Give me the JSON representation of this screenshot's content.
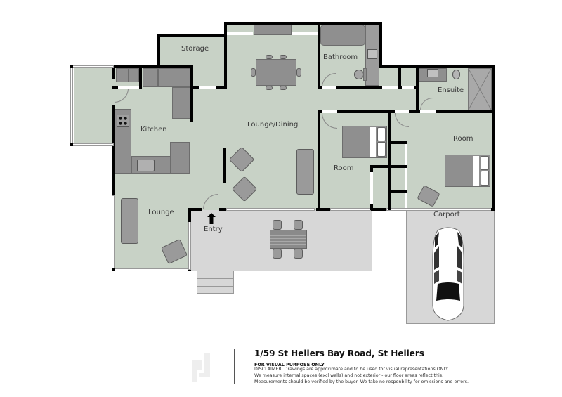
{
  "rooms": {
    "storage": "Storage",
    "bathroom": "Bathroom",
    "kitchen": "Kitchen",
    "lounge_dining": "Lounge/Dining",
    "ensuite": "Ensuite",
    "room1": "Room",
    "room2": "Room",
    "lounge": "Lounge",
    "entry": "Entry",
    "carport": "Carport"
  },
  "footer": {
    "address": "1/59 St Heliers Bay Road, St Heliers",
    "visual_notice": "FOR VISUAL PURPOSE ONLY",
    "disclaimer_lines": [
      "DISCLAIMER:  Drawings are approximate and to be used for visual representations ONLY.",
      "We measure internal spaces (excl walls) and not exterior - our floor areas reflect this.",
      "Measurements should be verified by the buyer. We take no responbility for omissions and errors."
    ]
  },
  "colors": {
    "floor": "#c8d2c6",
    "deck": "#d7d7d7",
    "wall": "#000000",
    "fixture": "#8f8f8f"
  }
}
